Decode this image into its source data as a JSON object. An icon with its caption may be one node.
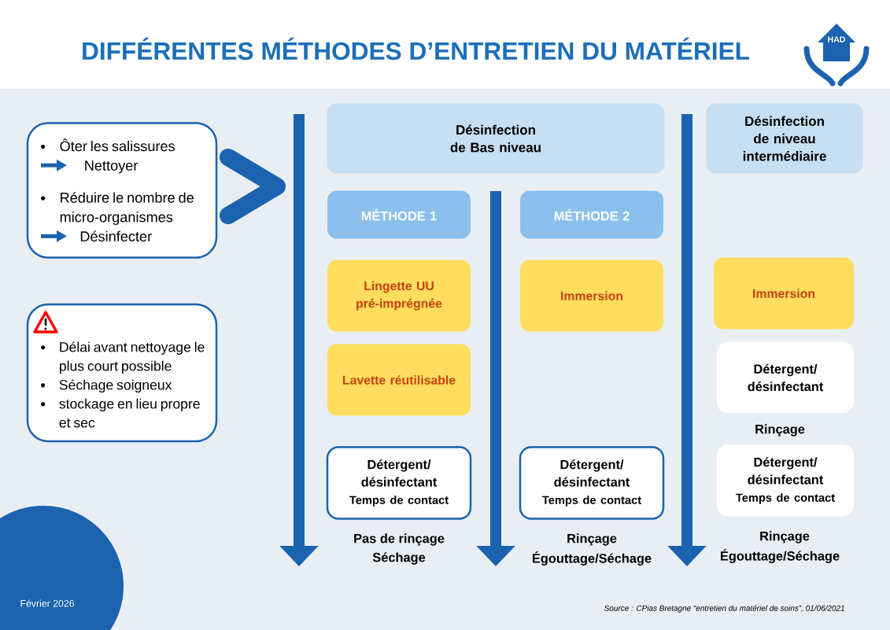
{
  "diagram": {
    "title": "DIFFÉRENTES MÉTHODES D’ENTRETIEN DU MATÉRIEL",
    "nodes": [
      {
        "text": [
          "Ôter les salissures",
          "Nettoyer",
          "Réduire le nombre de micro-organismes",
          "Désinfecter"
        ]
      },
      {
        "text": [
          "Délai avant nettoyage le plus court possible",
          "Séchage soigneux",
          "stockage en lieu propre et sec"
        ]
      },
      {
        "text": [
          "Désinfection de Bas niveau"
        ]
      },
      {
        "text": [
          "Désinfection de niveau intermédiaire"
        ]
      },
      {
        "text": [
          "MÉTHODE 1"
        ]
      },
      {
        "text": [
          "MÉTHODE 2"
        ]
      },
      {
        "text": [
          "Lingette UU pré-imprégnée"
        ]
      },
      {
        "text": [
          "Immersion"
        ]
      },
      {
        "text": [
          "Immersion"
        ]
      },
      {
        "text": [
          "Lavette réutilisable"
        ]
      },
      {
        "text": [
          "Détergent/ désinfectant"
        ]
      },
      {
        "text": [
          "Détergent/ désinfectant",
          "Temps de contact"
        ]
      },
      {
        "text": [
          "Détergent/ désinfectant",
          "Temps de contact"
        ]
      },
      {
        "text": [
          "Détergent/ désinfectant",
          "Temps de contact"
        ]
      }
    ],
    "labels": [
      "HAD",
      "Rinçage",
      "Pas de rinçage",
      "Séchage",
      "Rinçage",
      "Égouttage/Séchage",
      "Rinçage",
      "Égouttage/Séchage",
      "Février 2026",
      "Source : CPias Bretagne “entretien du matériel de soins”, 01/06/2021"
    ]
  }
}
